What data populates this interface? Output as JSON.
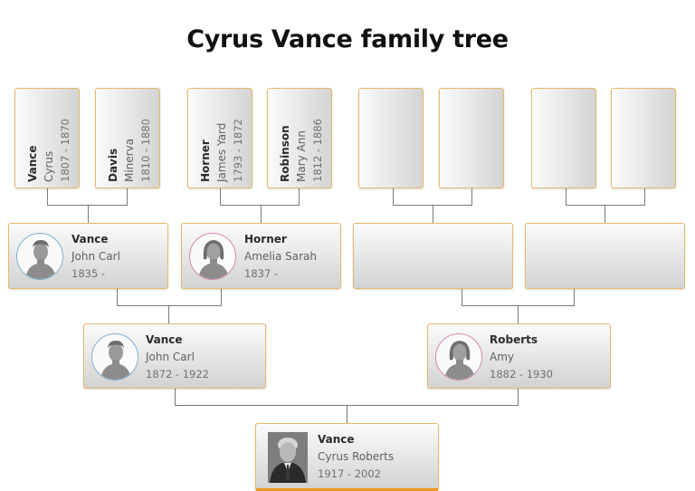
{
  "title": "Cyrus Vance family tree",
  "colors": {
    "box_border": "#e8b86a",
    "connector": "#7a7a7a",
    "male_ring": "#7fb2d6",
    "female_ring": "#d48bb7",
    "focus_bar": "#f0951e"
  },
  "great_grandparents": [
    {
      "surname": "Vance",
      "given": "Cyrus",
      "dates": "1807 - 1870"
    },
    {
      "surname": "Davis",
      "given": "Minerva",
      "dates": "1810 - 1880"
    },
    {
      "surname": "Horner",
      "given": "James Yard",
      "dates": "1793 - 1872"
    },
    {
      "surname": "Robinson",
      "given": "Mary Ann",
      "dates": "1812 - 1886"
    },
    {
      "surname": "",
      "given": "",
      "dates": ""
    },
    {
      "surname": "",
      "given": "",
      "dates": ""
    },
    {
      "surname": "",
      "given": "",
      "dates": ""
    },
    {
      "surname": "",
      "given": "",
      "dates": ""
    }
  ],
  "grandparents": [
    {
      "surname": "Vance",
      "given": "John Carl",
      "dates": "1835 -",
      "gender": "male",
      "avatar": "male-silhouette-icon"
    },
    {
      "surname": "Horner",
      "given": "Amelia Sarah",
      "dates": "1837 -",
      "gender": "female",
      "avatar": "female-silhouette-icon"
    },
    {
      "surname": "",
      "given": "",
      "dates": ""
    },
    {
      "surname": "",
      "given": "",
      "dates": ""
    }
  ],
  "parents": [
    {
      "surname": "Vance",
      "given": "John Carl",
      "dates": "1872 - 1922",
      "gender": "male",
      "avatar": "male-silhouette-icon"
    },
    {
      "surname": "Roberts",
      "given": "Amy",
      "dates": "1882 - 1930",
      "gender": "female",
      "avatar": "female-silhouette-icon"
    }
  ],
  "subject": {
    "surname": "Vance",
    "given": "Cyrus Roberts",
    "dates": "1917 - 2002",
    "avatar": "portrait-photo"
  }
}
